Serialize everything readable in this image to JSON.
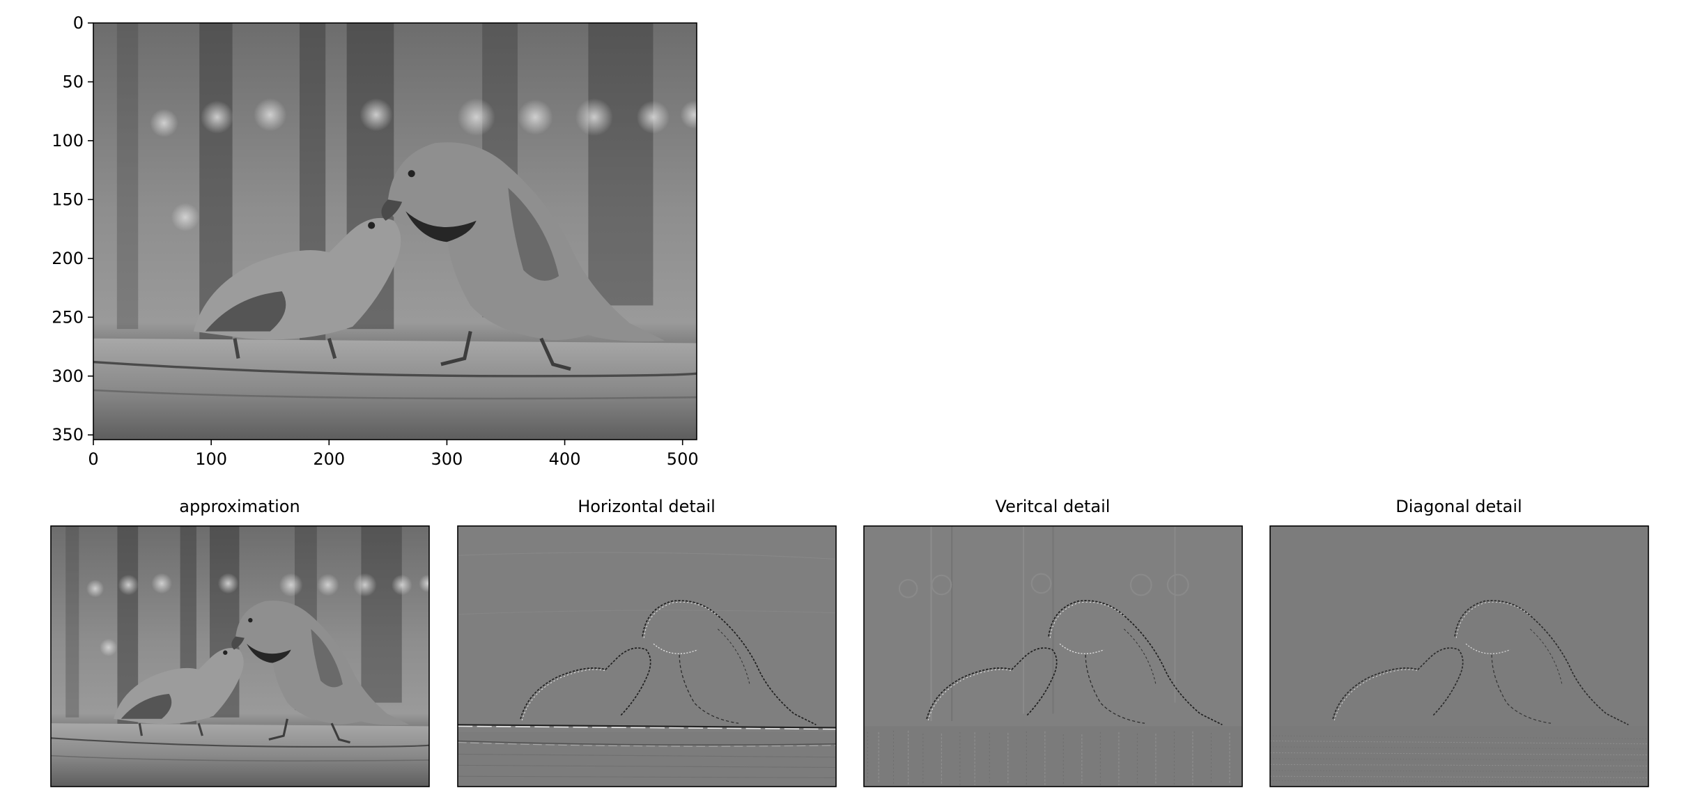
{
  "main_plot": {
    "x_ticks": [
      0,
      100,
      200,
      300,
      400,
      500
    ],
    "y_ticks": [
      0,
      50,
      100,
      150,
      200,
      250,
      300,
      350
    ],
    "x_range": [
      0,
      512
    ],
    "y_range": [
      0,
      354
    ]
  },
  "subplots": [
    {
      "id": "approximation",
      "title": "approximation"
    },
    {
      "id": "horizontal",
      "title": "Horizontal detail"
    },
    {
      "id": "vertical",
      "title": "Veritcal detail"
    },
    {
      "id": "diagonal",
      "title": "Diagonal detail"
    }
  ],
  "colors": {
    "axis": "#000000",
    "detail_gray": "#7c7c7c",
    "photo_mid": "#8a8a8a"
  }
}
